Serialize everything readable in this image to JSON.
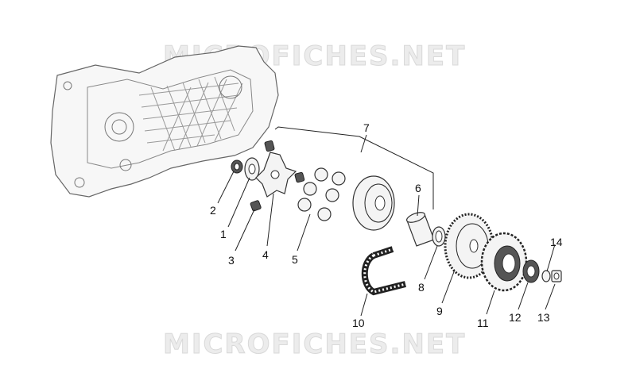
{
  "watermark_top": "MICROFICHES.NET",
  "watermark_bottom": "MICROFICHES.NET",
  "callouts": {
    "c1": "1",
    "c2": "2",
    "c3": "3",
    "c4": "4",
    "c5": "5",
    "c6": "6",
    "c7": "7",
    "c8": "8",
    "c9": "9",
    "c10": "10",
    "c11": "11",
    "c12": "12",
    "c13": "13",
    "c14": "14"
  }
}
